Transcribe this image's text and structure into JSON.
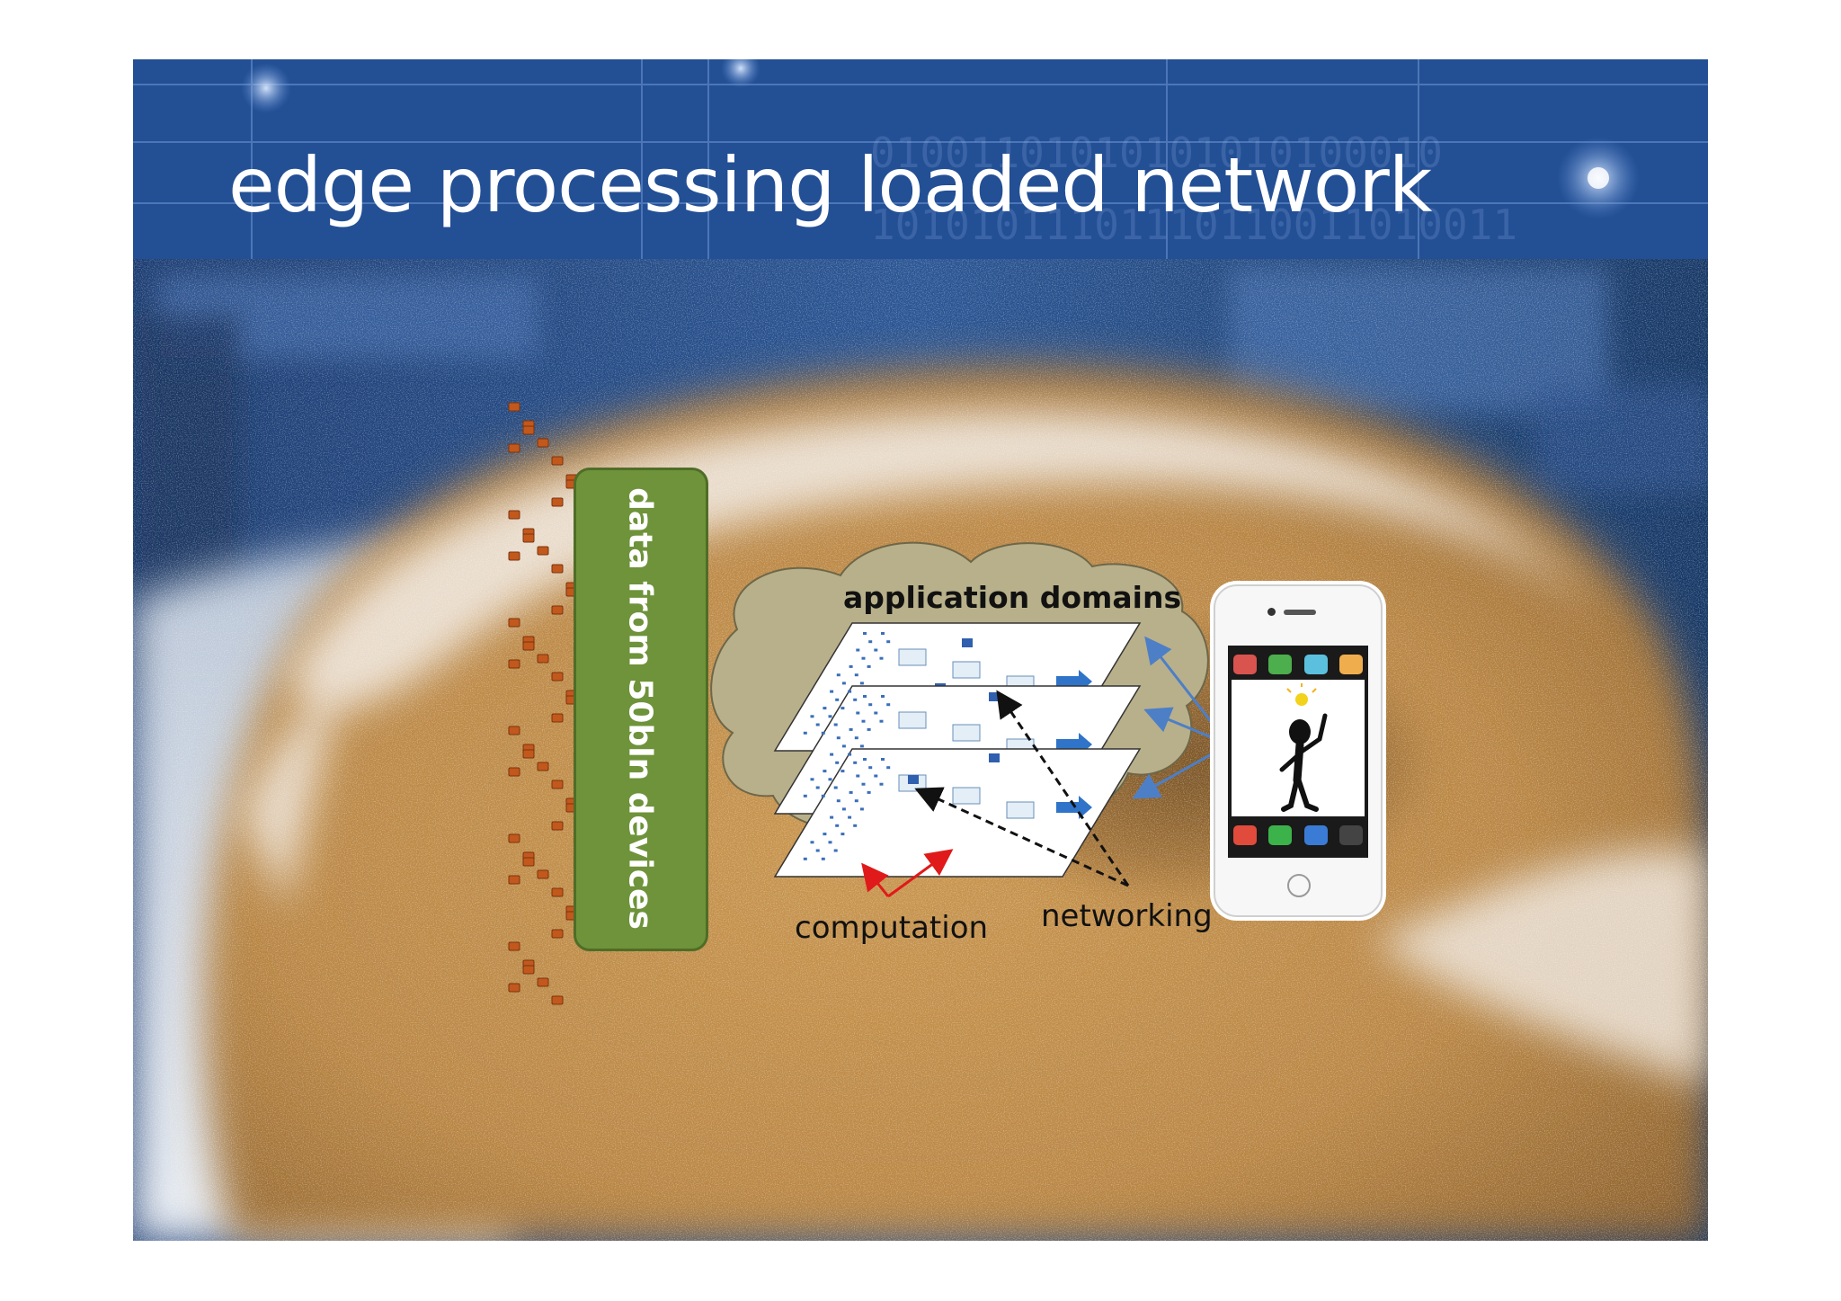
{
  "slide": {
    "title": "edge processing loaded network"
  },
  "diagram": {
    "data_box_label": "data from 50bln devices",
    "cloud_label": "application domains",
    "computation_label": "computation",
    "networking_label": "networking"
  },
  "icons": {
    "background": "donut-photo",
    "devices": "small-device-icon",
    "phone": "smartphone-icon",
    "person": "stick-figure-icon",
    "lightbulb": "lightbulb-icon"
  },
  "colors": {
    "title_text": "#ffffff",
    "banner": "#1f4b8c",
    "data_box": "#6e933a",
    "device_icon": "#c2581c",
    "cloud": "#b8b08a",
    "arrow_blue": "#4d7fc7",
    "arrow_red": "#e01a1a",
    "arrow_black": "#111111"
  }
}
